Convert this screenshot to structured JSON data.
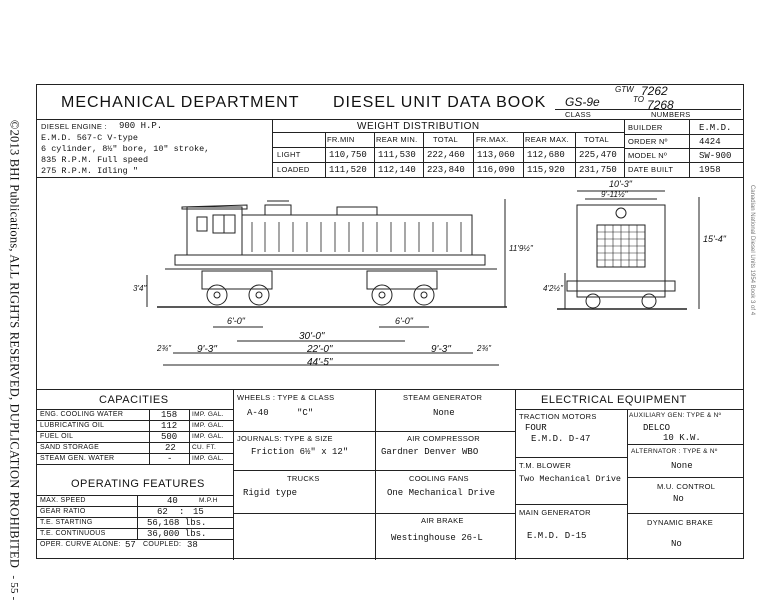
{
  "sidebar": {
    "copyright": "©2013 BHI Publications, ALL RIGHTS RESERVED, DUPLICATION PROHIBITED",
    "page_number": "- 55 -",
    "right_note": "Canadian National   Diesel Units 1954   Book 3 of 4"
  },
  "header": {
    "department": "MECHANICAL DEPARTMENT",
    "book": "DIESEL UNIT DATA BOOK",
    "class_value": "GS-9e",
    "class_label": "CLASS",
    "numbers_gtw": "GTW",
    "numbers_from": "7262",
    "numbers_to_word": "TO",
    "numbers_to": "7268",
    "numbers_label": "NUMBERS"
  },
  "engine": {
    "label": "DIESEL ENGINE :",
    "hp": "900 H.P.",
    "line1": "E.M.D.  567-C      V-type",
    "line2": "6 cylinder, 8½\" bore, 10\" stroke,",
    "line3": "835 R.P.M.  Full speed",
    "line4": "275 R.P.M. Idling  \""
  },
  "weight": {
    "title": "WEIGHT    DISTRIBUTION",
    "cols": [
      "FR.MIN",
      "REAR MIN.",
      "TOTAL",
      "FR.MAX.",
      "REAR MAX.",
      "TOTAL"
    ],
    "rows": [
      {
        "label": "LIGHT",
        "values": [
          "110,750",
          "111,530",
          "222,460",
          "113,060",
          "112,680",
          "225,470"
        ]
      },
      {
        "label": "LOADED",
        "values": [
          "111,520",
          "112,140",
          "223,840",
          "116,090",
          "115,920",
          "231,750"
        ]
      }
    ]
  },
  "builder": {
    "rows": [
      {
        "label": "BUILDER",
        "value": "E.M.D."
      },
      {
        "label": "ORDER Nº",
        "value": "4424"
      },
      {
        "label": "MODEL Nº",
        "value": "SW-900"
      },
      {
        "label": "DATE BUILT",
        "value": "1958"
      }
    ]
  },
  "dimensions": {
    "d_6_0_left": "6'-0\"",
    "d_30_0": "30'-0\"",
    "d_6_0_right": "6'-0\"",
    "d_9_3_left": "9'-3\"",
    "d_22_0": "22'-0\"",
    "d_9_3_right": "9'-3\"",
    "d_44_5": "44'-5\"",
    "d_2_left": "2¾\"",
    "d_2_right": "2¾\"",
    "d_3_4": "3'4\"",
    "d_11_9": "11'9½\"",
    "d_10_3": "10'-3\"",
    "d_9_11": "9'-11½\"",
    "d_15_4": "15'-4\"",
    "d_4_2": "4'2½\""
  },
  "capacities": {
    "title": "CAPACITIES",
    "rows": [
      {
        "label": "ENG. COOLING WATER",
        "value": "158",
        "unit": "IMP. GAL."
      },
      {
        "label": "LUBRICATING  OIL",
        "value": "112",
        "unit": "IMP. GAL."
      },
      {
        "label": "FUEL  OIL",
        "value": "500",
        "unit": "IMP. GAL."
      },
      {
        "label": "SAND  STORAGE",
        "value": "22",
        "unit": "CU. FT."
      },
      {
        "label": "STEAM  GEN. WATER",
        "value": "-",
        "unit": "IMP. GAL."
      }
    ]
  },
  "operating": {
    "title": "OPERATING  FEATURES",
    "max_speed_label": "MAX.  SPEED",
    "max_speed_value": "40",
    "max_speed_unit": "M.P.H",
    "gear_label": "GEAR  RATIO",
    "gear_a": "62",
    "gear_colon": ":",
    "gear_b": "15",
    "te_start_label": "T.E.    STARTING",
    "te_start_value": "56,168 lbs.",
    "te_cont_label": "T.E.    CONTINUOUS",
    "te_cont_value": "36,000 lbs.",
    "oper_curve_label": "OPER.  CURVE  ALONE:",
    "oper_curve_value": "57",
    "coupled_label": "COUPLED:",
    "coupled_value": "38"
  },
  "wheels": {
    "label": "WHEELS :  TYPE  &  CLASS",
    "type": "A-40",
    "class": "\"C\""
  },
  "journals": {
    "label": "JOURNALS: TYPE  &  SIZE",
    "value": "Friction  6½\" x 12\""
  },
  "trucks": {
    "label": "TRUCKS",
    "value": "Rigid type"
  },
  "steam_generator": {
    "label": "STEAM  GENERATOR",
    "value": "None"
  },
  "air_compressor": {
    "label": "AIR  COMPRESSOR",
    "value": "Gardner Denver  WBO"
  },
  "cooling_fans": {
    "label": "COOLING  FANS",
    "value": "One Mechanical Drive"
  },
  "air_brake": {
    "label": "AIR  BRAKE",
    "value": "Westinghouse  26-L"
  },
  "electrical": {
    "title": "ELECTRICAL    EQUIPMENT",
    "traction_label": "TRACTION MOTORS",
    "traction_count": "FOUR",
    "traction_value": "E.M.D.  D-47",
    "tm_blower_label": "T.M. BLOWER",
    "tm_blower_value": "Two Mechanical Drive",
    "main_gen_label": "MAIN GENERATOR",
    "main_gen_value": "E.M.D.  D-15",
    "aux_label": "AUXILIARY GEN: TYPE & Nº",
    "aux_make": "DELCO",
    "aux_value": "10 K.W.",
    "alternator_label": "ALTERNATOR : TYPE & Nº",
    "alternator_value": "None",
    "mu_label": "M.U.  CONTROL",
    "mu_value": "No",
    "dyn_label": "DYNAMIC  BRAKE",
    "dyn_value": "No"
  }
}
